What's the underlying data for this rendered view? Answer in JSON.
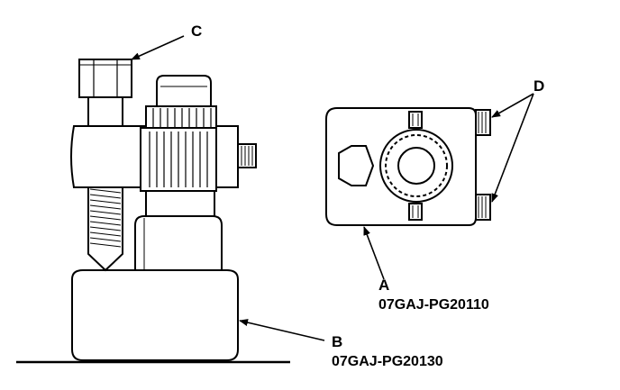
{
  "callouts": {
    "a": {
      "letter": "A",
      "part_number": "07GAJ-PG20110"
    },
    "b": {
      "letter": "B",
      "part_number": "07GAJ-PG20130"
    },
    "c": {
      "letter": "C"
    },
    "d": {
      "letter": "D"
    }
  }
}
